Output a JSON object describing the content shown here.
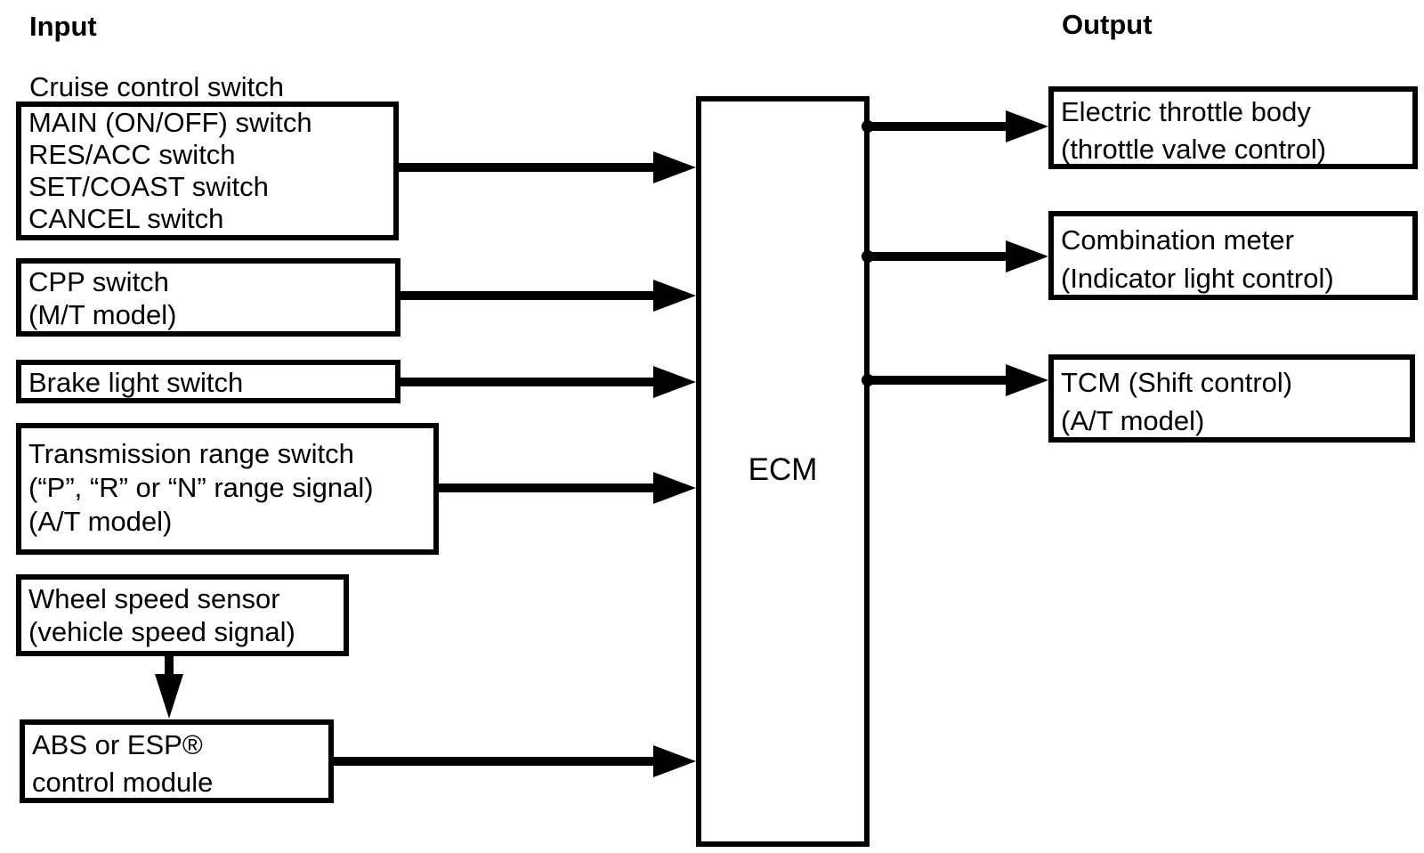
{
  "headings": {
    "input": "Input",
    "output": "Output"
  },
  "cruise_label": "Cruise control switch",
  "ecm": {
    "label": "ECM"
  },
  "input_boxes": [
    {
      "id": "cruise-control-switch",
      "lines": [
        "MAIN (ON/OFF) switch",
        "RES/ACC switch",
        "SET/COAST switch",
        "CANCEL switch"
      ]
    },
    {
      "id": "cpp-switch",
      "lines": [
        "CPP switch",
        "(M/T model)"
      ]
    },
    {
      "id": "brake-light-switch",
      "lines": [
        "Brake light switch"
      ]
    },
    {
      "id": "transmission-range-switch",
      "lines": [
        "Transmission range switch",
        "(“P”, “R” or “N” range signal)",
        "(A/T model)"
      ]
    },
    {
      "id": "wheel-speed-sensor",
      "lines": [
        "Wheel speed sensor",
        "(vehicle speed signal)"
      ]
    },
    {
      "id": "abs-esp-control-module",
      "lines": [
        "ABS or ESP®",
        "control module"
      ]
    }
  ],
  "output_boxes": [
    {
      "id": "electric-throttle-body",
      "lines": [
        "Electric throttle body",
        "(throttle valve control)"
      ]
    },
    {
      "id": "combination-meter",
      "lines": [
        "Combination meter",
        "(Indicator light control)"
      ]
    },
    {
      "id": "tcm",
      "lines": [
        "TCM (Shift control)",
        "(A/T model)"
      ]
    }
  ],
  "connections": [
    {
      "from": "cruise-control-switch",
      "to": "ecm"
    },
    {
      "from": "cpp-switch",
      "to": "ecm"
    },
    {
      "from": "brake-light-switch",
      "to": "ecm"
    },
    {
      "from": "transmission-range-switch",
      "to": "ecm"
    },
    {
      "from": "wheel-speed-sensor",
      "to": "abs-esp-control-module"
    },
    {
      "from": "abs-esp-control-module",
      "to": "ecm"
    },
    {
      "from": "ecm",
      "to": "electric-throttle-body"
    },
    {
      "from": "ecm",
      "to": "combination-meter"
    },
    {
      "from": "ecm",
      "to": "tcm"
    }
  ],
  "colors": {
    "line": "#000000",
    "background": "#ffffff"
  }
}
